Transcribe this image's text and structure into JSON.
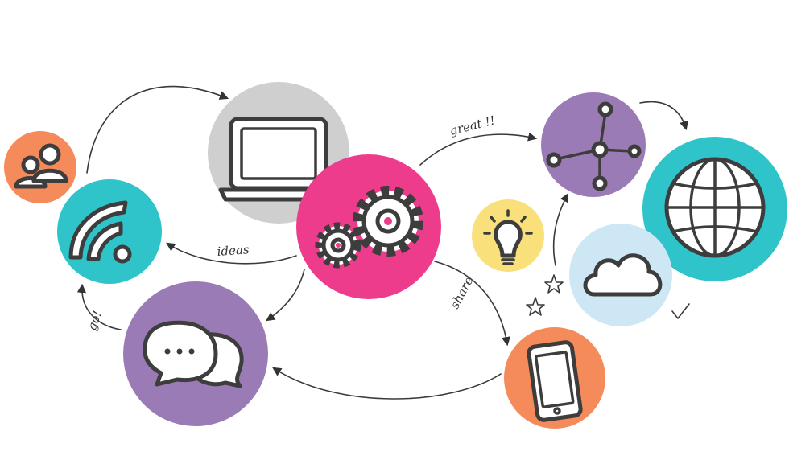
{
  "labels": {
    "great": "great !!",
    "ideas": "ideas",
    "share": "share",
    "go": "go!"
  },
  "nodes": [
    {
      "id": "people",
      "icon": "people-icon",
      "color": "#F58A5B"
    },
    {
      "id": "wifi",
      "icon": "wifi-icon",
      "color": "#2EC4C9"
    },
    {
      "id": "laptop",
      "icon": "laptop-icon",
      "color": "#CFCFCF"
    },
    {
      "id": "gears",
      "icon": "gears-icon",
      "color": "#EE3C8C"
    },
    {
      "id": "chat",
      "icon": "chat-bubbles-icon",
      "color": "#9B7BB5"
    },
    {
      "id": "network",
      "icon": "network-icon",
      "color": "#9B7BB5"
    },
    {
      "id": "globe",
      "icon": "globe-icon",
      "color": "#2EC4C9"
    },
    {
      "id": "bulb",
      "icon": "lightbulb-icon",
      "color": "#F9E07A"
    },
    {
      "id": "cloud",
      "icon": "cloud-icon",
      "color": "#CDE7F4"
    },
    {
      "id": "phone",
      "icon": "smartphone-icon",
      "color": "#F58A5B"
    }
  ]
}
